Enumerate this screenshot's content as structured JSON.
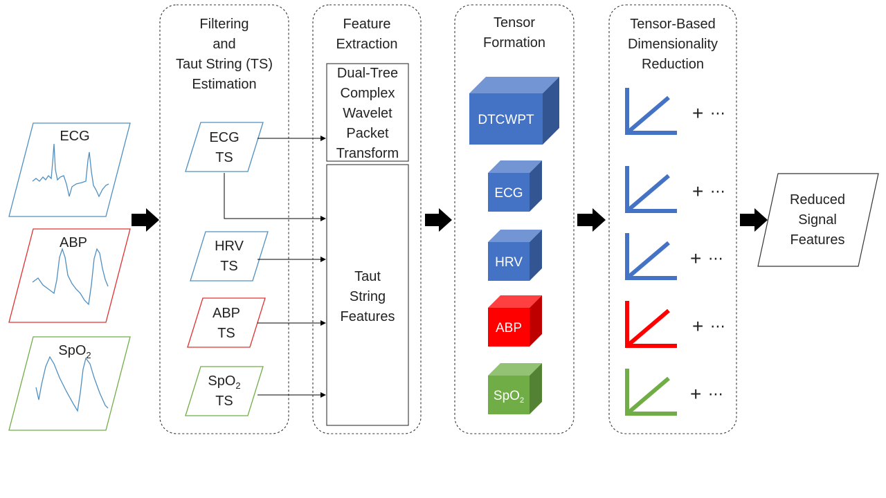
{
  "inputs": {
    "ecg": {
      "label": "ECG",
      "color": "#4f8fc0"
    },
    "abp": {
      "label": "ABP",
      "color": "#e03030"
    },
    "spo2": {
      "label_base": "SpO",
      "label_sub": "2",
      "color": "#70ad47"
    }
  },
  "stages": {
    "filtering": {
      "title_lines": [
        "Filtering",
        "and",
        "Taut String (TS)",
        "Estimation"
      ]
    },
    "feature_extraction": {
      "title_lines": [
        "Feature",
        "Extraction"
      ]
    },
    "tensor_formation": {
      "title_lines": [
        "Tensor",
        "Formation"
      ]
    },
    "dimensionality_reduction": {
      "title_lines": [
        "Tensor-Based",
        "Dimensionality",
        "Reduction"
      ]
    }
  },
  "ts_boxes": {
    "ecg": {
      "line1": "ECG",
      "line2": "TS",
      "color": "#4f8fc0"
    },
    "hrv": {
      "line1": "HRV",
      "line2": "TS",
      "color": "#4f8fc0"
    },
    "abp": {
      "line1": "ABP",
      "line2": "TS",
      "color": "#e03030"
    },
    "spo2": {
      "line1_base": "SpO",
      "line1_sub": "2",
      "line2": "TS",
      "color": "#70ad47"
    }
  },
  "feature_boxes": {
    "dtcwpt": {
      "lines": [
        "Dual-Tree",
        "Complex",
        "Wavelet",
        "Packet",
        "Transform"
      ]
    },
    "taut_string": {
      "lines": [
        "Taut",
        "String",
        "Features"
      ]
    }
  },
  "tensors": {
    "dtcwpt": {
      "label": "DTCWPT",
      "color": "#4472c4"
    },
    "ecg": {
      "label": "ECG",
      "color": "#4472c4"
    },
    "hrv": {
      "label": "HRV",
      "color": "#4472c4"
    },
    "abp": {
      "label": "ABP",
      "color": "#ff0000"
    },
    "spo2": {
      "label_base": "SpO",
      "label_sub": "2",
      "color": "#70ad47"
    }
  },
  "reduction_terms": {
    "plus": "+",
    "ellipsis": "⋯",
    "colors": [
      "#4472c4",
      "#4472c4",
      "#4472c4",
      "#ff0000",
      "#70ad47"
    ]
  },
  "output": {
    "lines": [
      "Reduced",
      "Signal",
      "Features"
    ]
  }
}
